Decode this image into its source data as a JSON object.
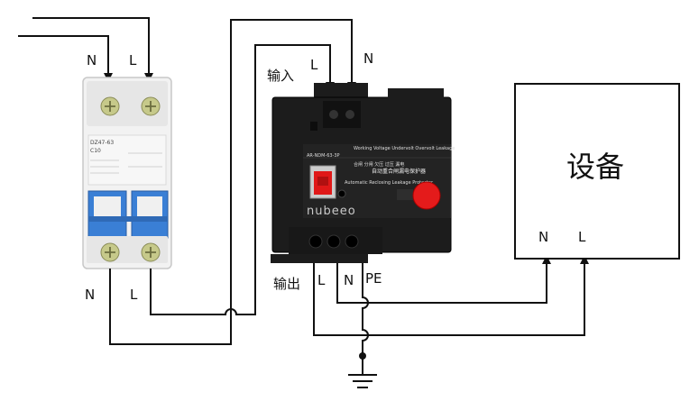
{
  "input_labels": {
    "n": "N",
    "l": "L",
    "input": "输入"
  },
  "breaker": {
    "model": "DZ47-63",
    "rating": "C10",
    "top_n": "N",
    "top_l": "L",
    "bottom_n": "N",
    "bottom_l": "L"
  },
  "protector": {
    "product_name_cn": "自动重合闸漏电保护器",
    "product_name_en": "Automatic Reclosing Leakage Protector",
    "brand": "nubeeo",
    "output_label": "输出",
    "out_l": "L",
    "out_n": "N",
    "pe": "PE"
  },
  "device": {
    "title": "设备",
    "n": "N",
    "l": "L"
  },
  "colors": {
    "breaker_blue": "#3a7fd5",
    "protector_body": "#1c1c1c",
    "switch_red": "#e01818",
    "button_red": "#e41b1b"
  }
}
